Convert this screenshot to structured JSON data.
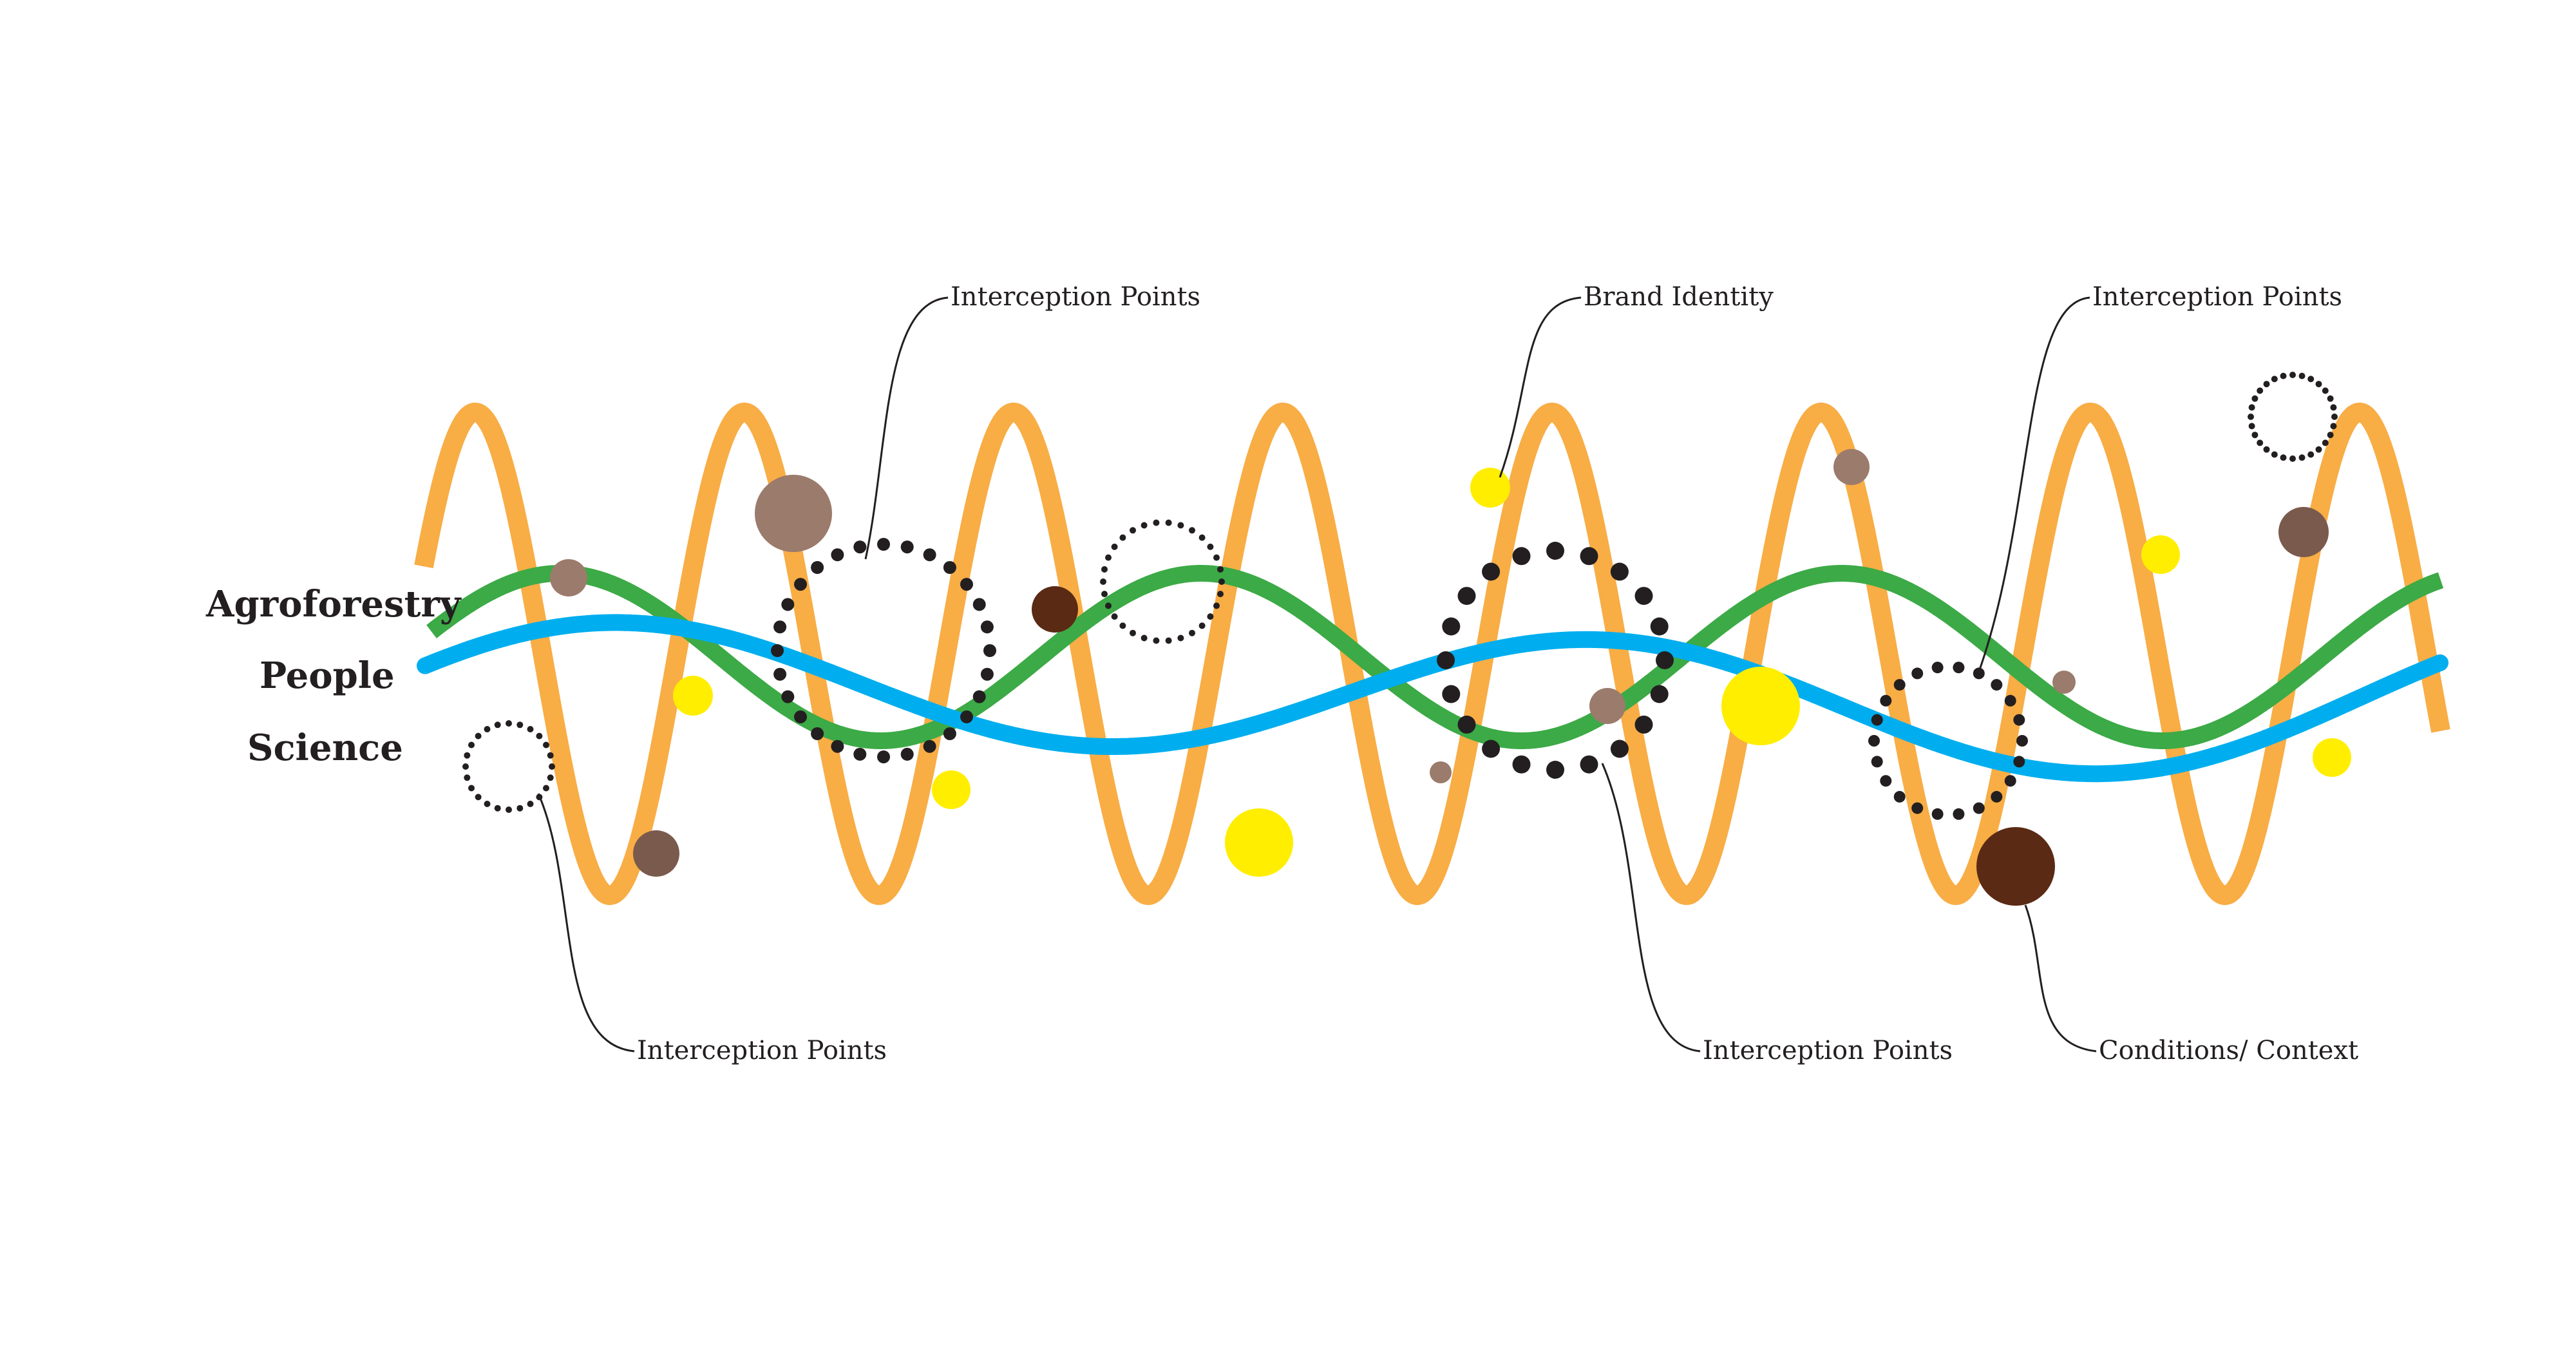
{
  "diagram": {
    "side_labels": {
      "agroforestry": "Agroforestry",
      "people": "People",
      "science": "Science"
    },
    "callouts": {
      "top_1": "Interception Points",
      "top_2": "Brand Identity",
      "top_3": "Interception Points",
      "bottom_1": "Interception Points",
      "bottom_2": "Interception Points",
      "bottom_3": "Conditions/ Context"
    },
    "colors": {
      "people_wave": "#f8ad45",
      "agroforestry_wave": "#3caa46",
      "science_wave": "#00aeef",
      "yellow_dot": "#ffee00",
      "light_brown_dot": "#9b7b6c",
      "mid_brown_dot": "#7a5a4d",
      "dark_brown_dot": "#5a2a14",
      "dotted_ring": "#231f20"
    }
  }
}
